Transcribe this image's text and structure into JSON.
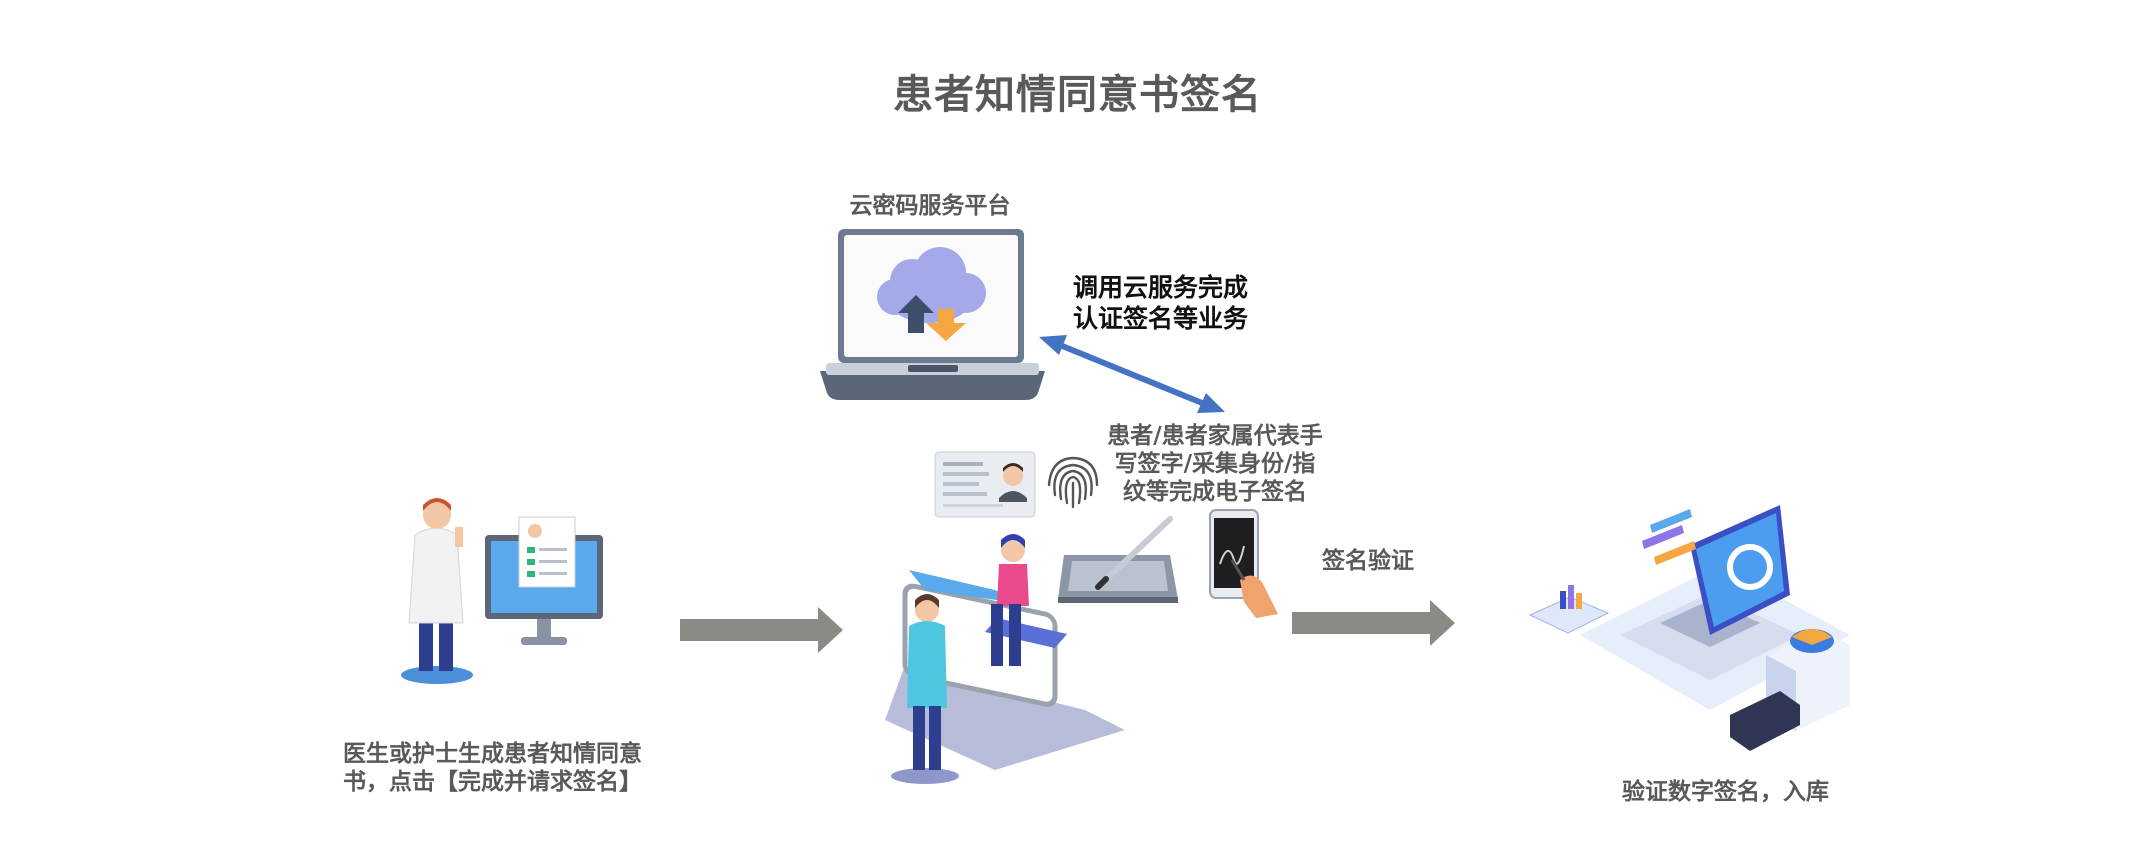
{
  "title": "患者知情同意书签名",
  "platform": {
    "label": "云密码服务平台"
  },
  "cloud_call": {
    "line1": "调用云服务完成",
    "line2": "认证签名等业务"
  },
  "patient_sign": {
    "line1": "患者/患者家属代表手",
    "line2": "写签字/采集身份/指",
    "line3": "纹等完成电子签名"
  },
  "verify_arrow": {
    "label": "签名验证"
  },
  "doctor_step": {
    "line1": "医生或护士生成患者知情同意",
    "line2": "书，点击【完成并请求签名】"
  },
  "final_step": {
    "label": "验证数字签名，入库"
  },
  "colors": {
    "text": "#595959",
    "flow_arrow": "#8c8a84",
    "blue_arrow": "#4472c4",
    "cloud": "#a4a9ea"
  },
  "icons": [
    "laptop-cloud-icon",
    "id-card-icon",
    "fingerprint-icon",
    "signature-pad-icon",
    "phone-signature-icon",
    "doctor-monitor-icon",
    "patient-bed-icon",
    "isometric-laptop-server-icon"
  ]
}
